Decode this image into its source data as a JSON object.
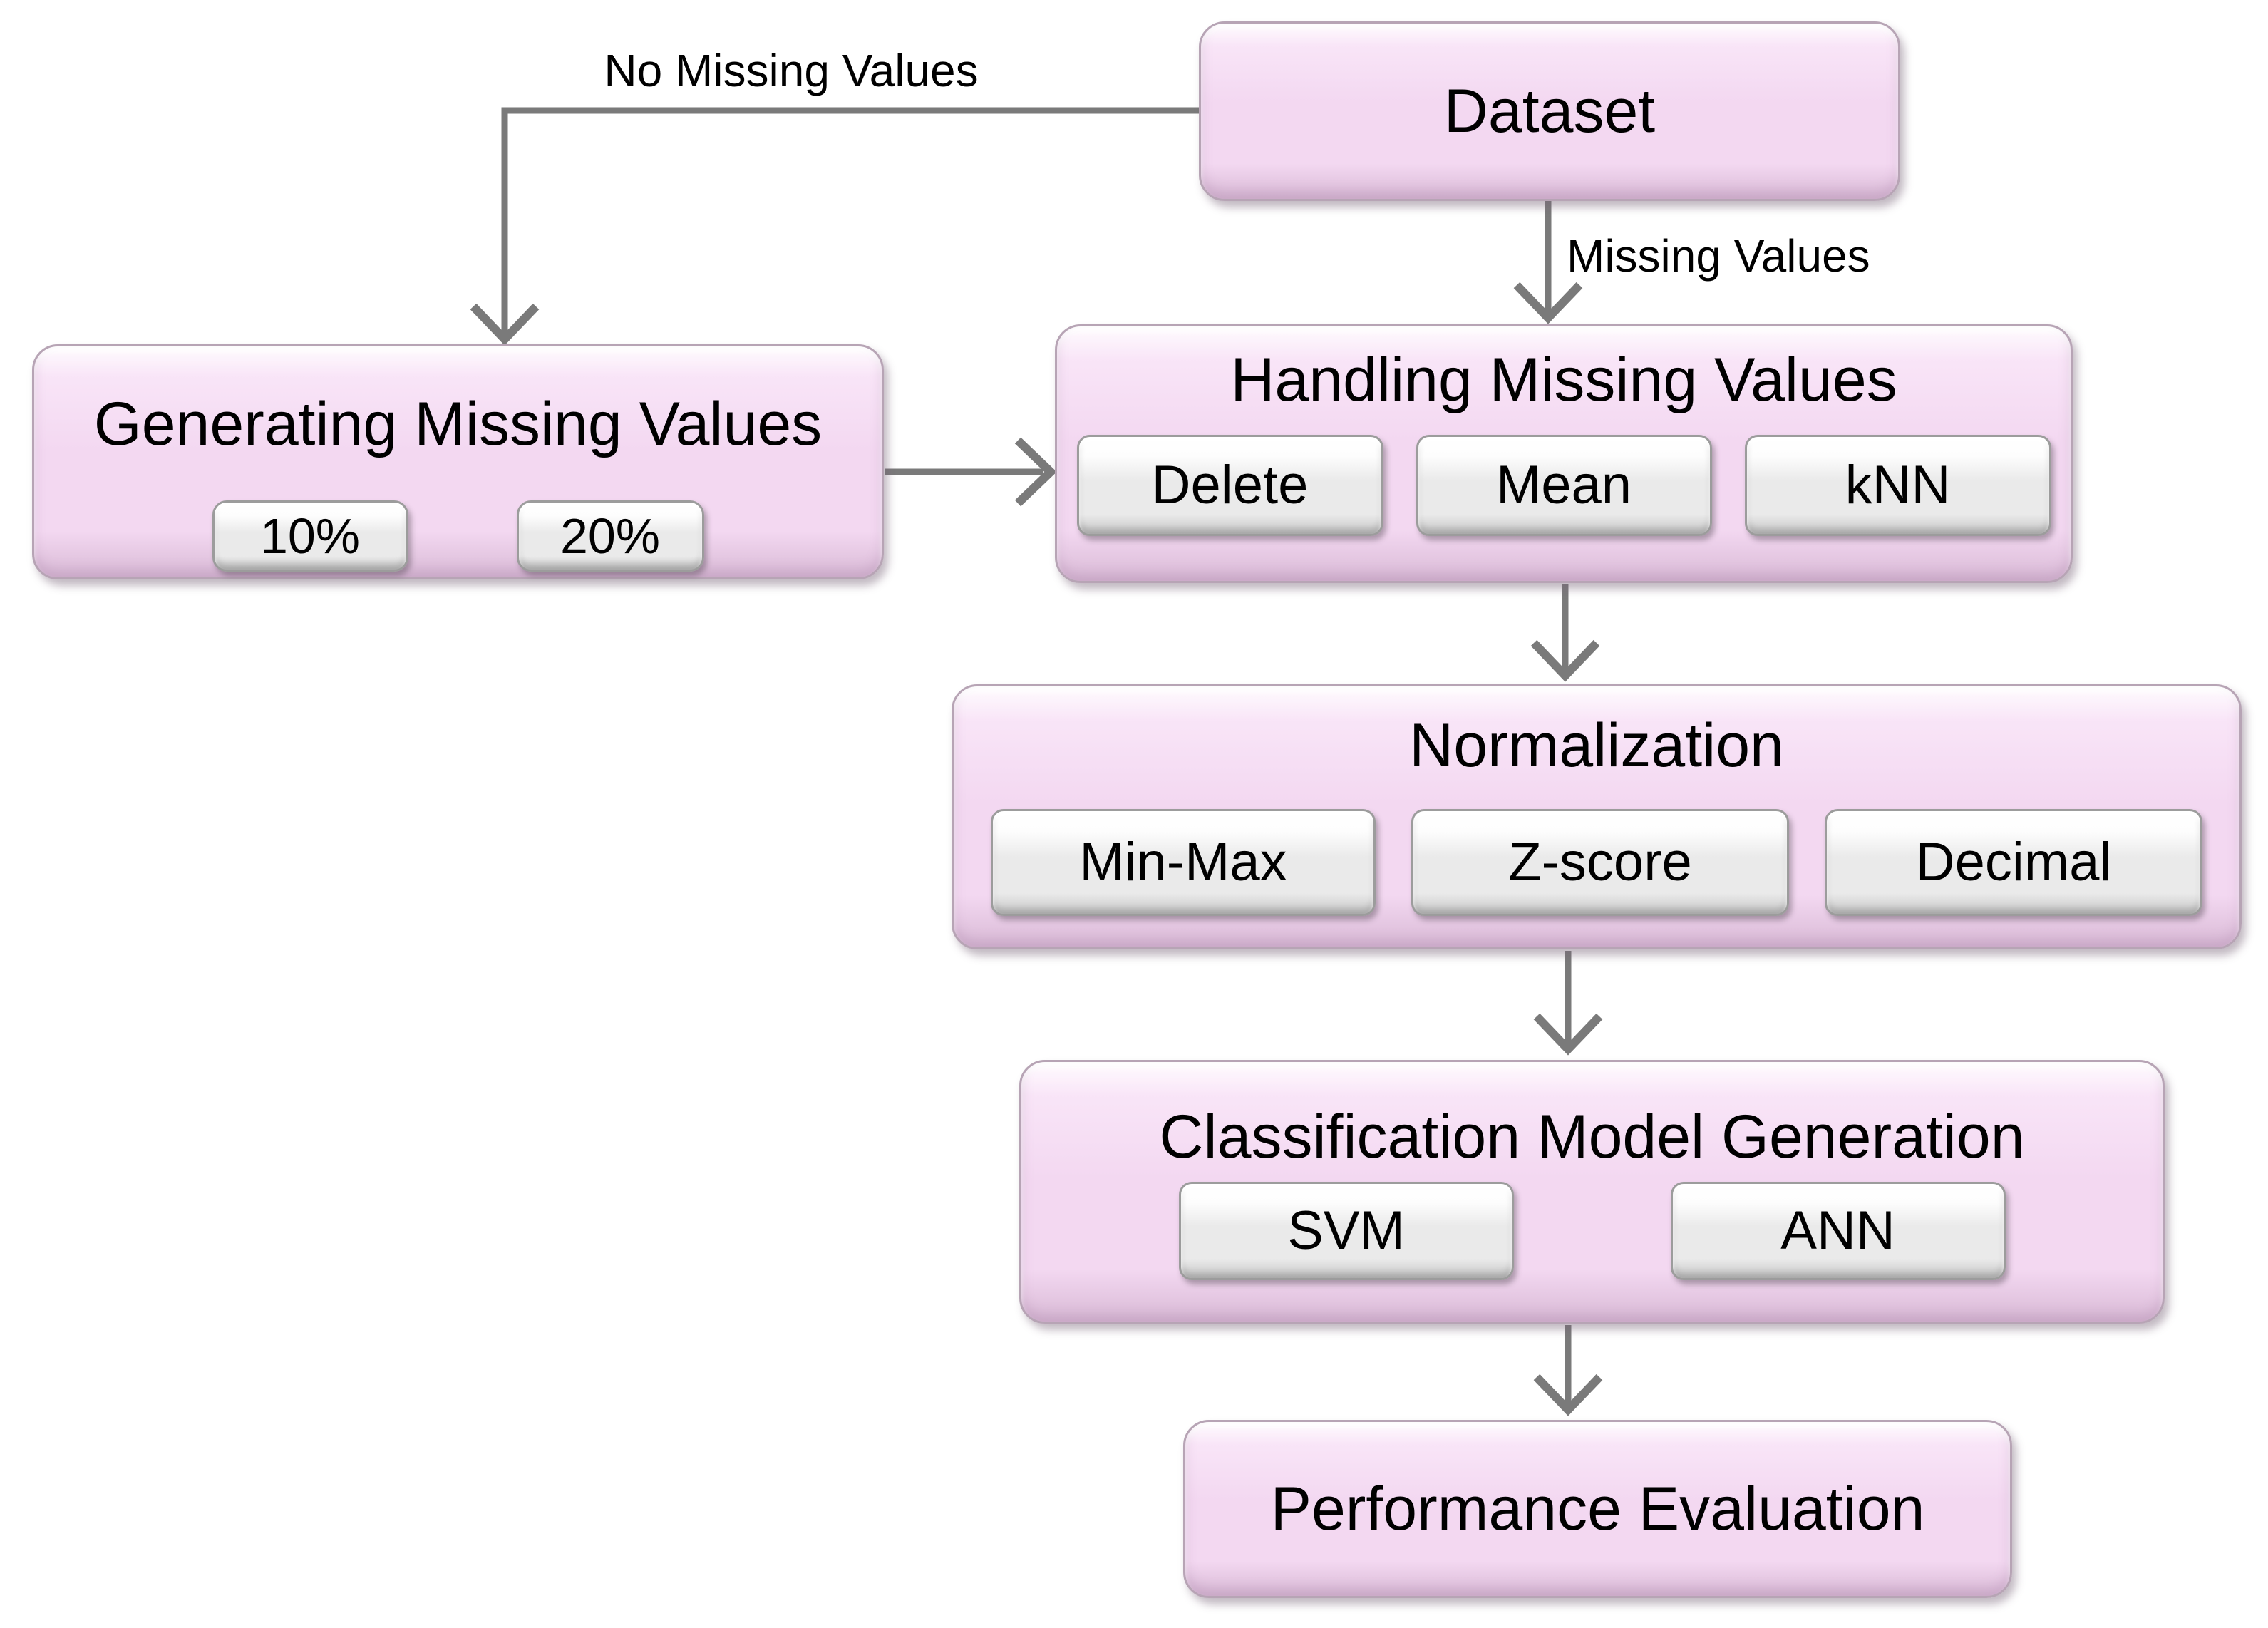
{
  "diagram": {
    "nodes": {
      "dataset": {
        "label": "Dataset"
      },
      "generating": {
        "label": "Generating Missing Values",
        "options": [
          "10%",
          "20%"
        ]
      },
      "handling": {
        "label": "Handling Missing Values",
        "options": [
          "Delete",
          "Mean",
          "kNN"
        ]
      },
      "normalization": {
        "label": "Normalization",
        "options": [
          "Min-Max",
          "Z-score",
          "Decimal"
        ]
      },
      "classification": {
        "label": "Classification Model Generation",
        "options": [
          "SVM",
          "ANN"
        ]
      },
      "performance": {
        "label": "Performance Evaluation"
      }
    },
    "edge_labels": {
      "no_missing": "No Missing Values",
      "missing": "Missing Values"
    },
    "colors": {
      "node_fill": "#f3d8f1",
      "node_fill_light": "#fbeafa",
      "node_fill_dark": "#d9bad6",
      "node_border": "#b7a4b5",
      "option_fill": "#eaeaea",
      "option_fill_dark": "#c6c6c6",
      "option_border": "#9c9c9c",
      "arrow": "#7a7a7a",
      "label_text": "#000000"
    }
  }
}
